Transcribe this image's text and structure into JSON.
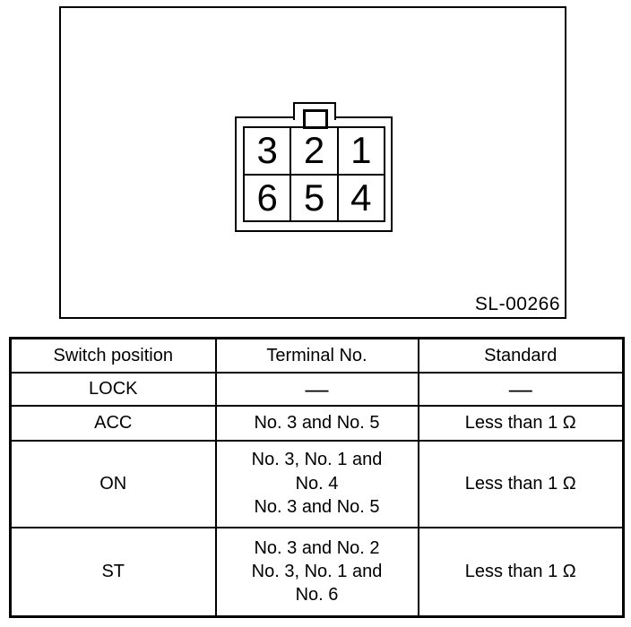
{
  "colors": {
    "ink": "#000000",
    "background": "#ffffff"
  },
  "figure": {
    "code": "SL-00266",
    "connector": {
      "pins": [
        "3",
        "2",
        "1",
        "6",
        "5",
        "4"
      ]
    }
  },
  "table": {
    "headers": [
      "Switch position",
      "Terminal No.",
      "Standard"
    ],
    "rows": [
      {
        "switch_position": "LOCK",
        "terminal_no": "—",
        "standard": "—"
      },
      {
        "switch_position": "ACC",
        "terminal_no": "No. 3 and No. 5",
        "standard": "Less than 1 Ω"
      },
      {
        "switch_position": "ON",
        "terminal_no": "No. 3, No. 1 and\nNo. 4\nNo. 3 and No. 5",
        "standard": "Less than 1 Ω"
      },
      {
        "switch_position": "ST",
        "terminal_no": "No. 3 and No. 2\nNo. 3, No. 1 and\nNo. 6",
        "standard": "Less than 1 Ω"
      }
    ]
  }
}
